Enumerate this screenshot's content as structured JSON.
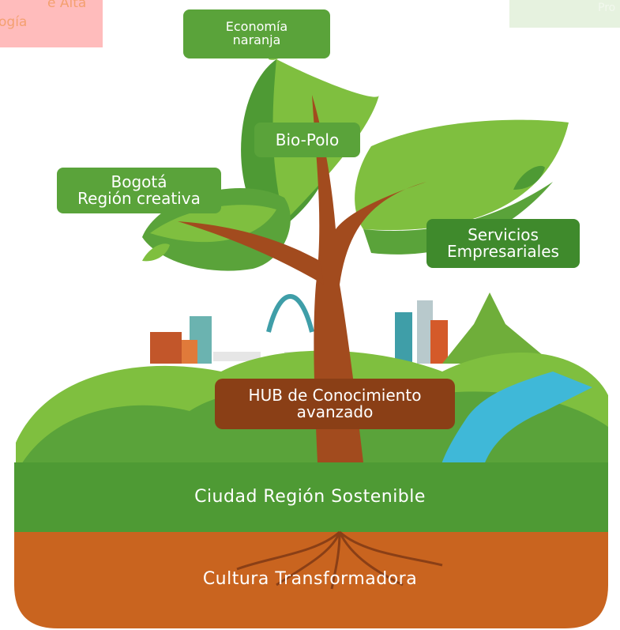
{
  "corner_labels": {
    "top_left_line1": "e Alta",
    "top_left_line2": "ogía",
    "top_right": "Pro"
  },
  "labels": {
    "economia": "Economía naranja",
    "biopolo": "Bio-Polo",
    "bogota_line1": "Bogotá",
    "bogota_line2": "Región creativa",
    "servicios_line1": "Servicios",
    "servicios_line2": "Empresariales",
    "hub_line1": "HUB de Conocimiento",
    "hub_line2": "avanzado"
  },
  "bands": {
    "green": "Ciudad Región Sostenible",
    "brown": "Cultura Transformadora"
  },
  "colors": {
    "leaf_light": "#7fbf3f",
    "leaf_mid": "#5aa33a",
    "leaf_dark": "#3f8a2c",
    "trunk": "#a24b1e",
    "ground_green": "#4e9a34",
    "ground_brown": "#c9641f",
    "river": "#3fb8d8"
  }
}
